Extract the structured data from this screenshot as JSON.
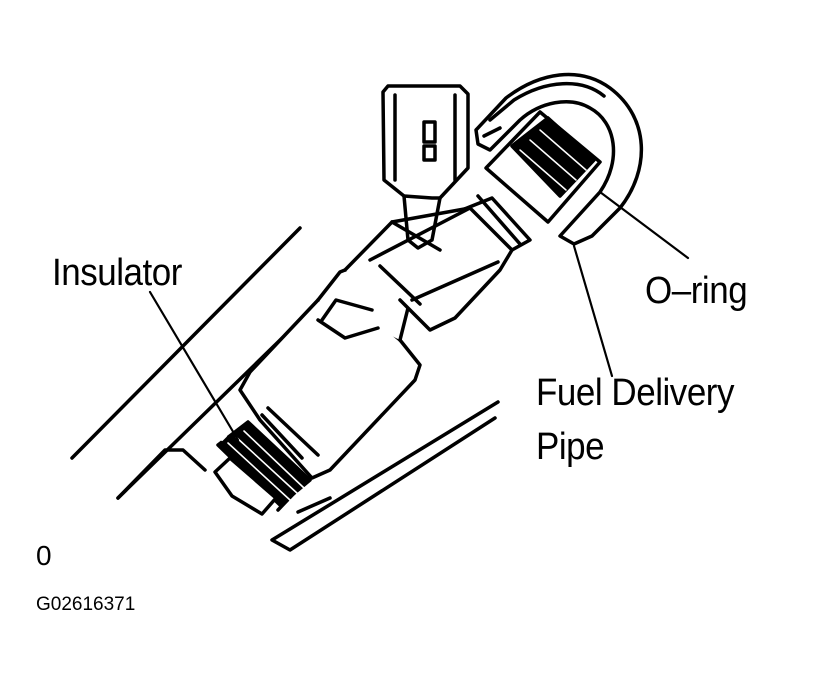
{
  "labels": {
    "insulator": "Insulator",
    "o_ring": "O–ring",
    "fuel_delivery_line1": "Fuel Delivery",
    "fuel_delivery_line2": "Pipe",
    "corner_mark": "0",
    "figure_code": "G02616371"
  },
  "colors": {
    "ink": "#000000",
    "paper": "#ffffff"
  }
}
